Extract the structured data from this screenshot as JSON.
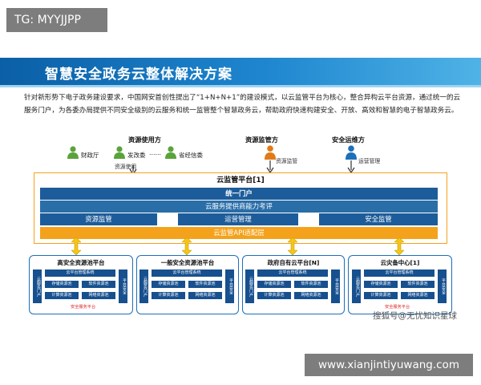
{
  "tag": "TG: MYYJJPP",
  "banner_title": "智慧安全政务云整体解决方案",
  "intro": "针对新形势下电子政务建设要求，中国网安首创性提出了“1+N+N+1”的建设模式，以云监管平台为核心，整合异构云平台资源，通过统一的云服务门户，为各委办局提供不同安全级别的云服务和统一监管整个智慧政务云，帮助政府快速构建安全、开放、高效和智慧的电子智慧政务云。",
  "roles": {
    "resource_user": "资源使用方",
    "resource_supervisor": "资源监管方",
    "security_operator": "安全运维方"
  },
  "persons": {
    "finance": "财政厅",
    "reform": "发改委",
    "dots": "……",
    "economy": "省经信委"
  },
  "small_labels": {
    "use": "资源使用",
    "supervise": "资源监管",
    "ops": "运营管理"
  },
  "platform": {
    "title": "云监管平台[1]",
    "portal": "统一门户",
    "capability": "云服务提供商能力考评",
    "resource_monitor": "资源监管",
    "ops_mgmt": "运营管理",
    "security_monitor": "安全监管",
    "api": "云监管API适配层"
  },
  "pools": [
    {
      "title": "高安全资源池平台",
      "top": "云平台管理系统",
      "left": "云服务门户",
      "right": "平台安全",
      "cells": [
        "存储资源池",
        "软件资源池",
        "计算资源池",
        "网络资源池"
      ],
      "red": "安全服务平台"
    },
    {
      "title": "一般安全资源池平台",
      "top": "云平台管理系统",
      "left": "云服务门户",
      "right": "平台安全",
      "cells": [
        "存储资源池",
        "软件资源池",
        "计算资源池",
        "网络资源池"
      ],
      "red": ""
    },
    {
      "title": "政府自有云平台[N]",
      "top": "云平台管理系统",
      "left": "云服务门户",
      "right": "平台安全",
      "cells": [
        "存储资源池",
        "软件资源池",
        "计算资源池",
        "网络资源池"
      ],
      "red": ""
    },
    {
      "title": "云灾备中心[1]",
      "top": "云平台管理系统",
      "left": "云服务门户",
      "right": "平台安全",
      "cells": [
        "存储资源池",
        "软件资源池",
        "计算资源池",
        "网络资源池"
      ],
      "red": "安全服务平台"
    }
  ],
  "watermark": "搜狐号@无忧知识星球",
  "url": "www.xianjintiyuwang.com",
  "colors": {
    "accent": "#f4a21b",
    "navy": "#16508f",
    "blue": "#1d6fb8",
    "green": "#5aa33a"
  }
}
